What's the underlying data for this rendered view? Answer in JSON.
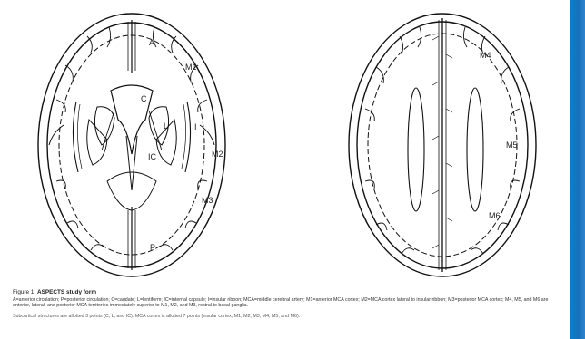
{
  "colors": {
    "line": "#111111",
    "background": "#ffffff",
    "edge_strip": "#1a6fb8"
  },
  "left_axial_slice": {
    "region_labels": [
      "A",
      "M1",
      "C",
      "L",
      "I",
      "IC",
      "M2",
      "M3",
      "P"
    ]
  },
  "right_axial_slice": {
    "region_labels": [
      "M4",
      "M5",
      "M6"
    ]
  },
  "caption": {
    "figure_number": "Figure 1:",
    "title": "ASPECTS study form",
    "body": "A=anterior circulation; P=posterior circulation; C=caudate; L=lentiform; IC=internal capsule; I=insular ribbon; MCA=middle cerebral artery; M1=anterior MCA cortex; M2=MCA cortex lateral to insular ribbon; M3=posterior MCA cortex; M4, M5, and M6 are anterior, lateral, and posterior MCA territories immediately superior to M1, M2, and M3, rostral to basal ganglia.",
    "footnote": "Subcortical structures are allotted 3 points (C, L, and IC). MCA cortex is allotted 7 points (insular cortex, M1, M2, M3, M4, M5, and M6)."
  }
}
